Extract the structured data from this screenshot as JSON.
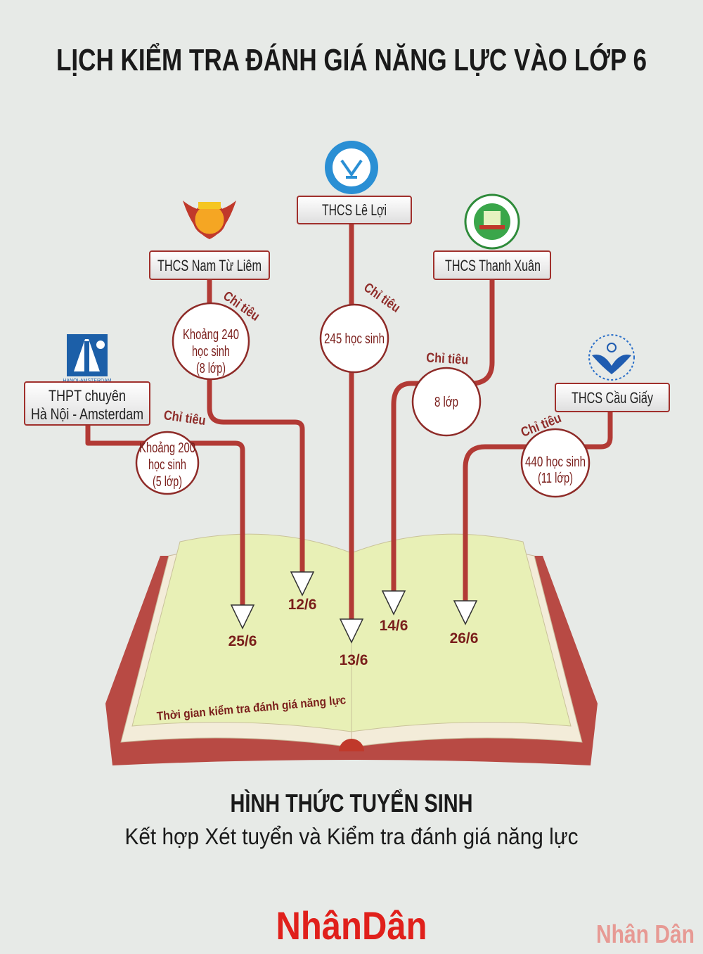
{
  "title": "LỊCH KIỂM TRA ĐÁNH GIÁ NĂNG LỰC VÀO LỚP 6",
  "schools": [
    {
      "name_lines": [
        "THPT chuyên",
        "Hà Nội - Amsterdam"
      ],
      "logo": "hanoi-amsterdam-logo",
      "logo_text": "HANOI-AMSTERDAM",
      "quota_label": "Chỉ tiêu",
      "quota_lines": [
        "Khoảng 200",
        "học sinh",
        "(5 lớp)"
      ],
      "date": "25/6"
    },
    {
      "name_lines": [
        "THCS Nam Từ Liêm"
      ],
      "logo": "nam-tu-liem-logo",
      "quota_label": "Chỉ tiêu",
      "quota_lines": [
        "Khoảng 240",
        "học sinh",
        "(8 lớp)"
      ],
      "date": "12/6"
    },
    {
      "name_lines": [
        "THCS Lê Lợi"
      ],
      "logo": "le-loi-logo",
      "quota_label": "Chỉ tiêu",
      "quota_lines": [
        "245 học sinh"
      ],
      "date": "13/6"
    },
    {
      "name_lines": [
        "THCS Thanh Xuân"
      ],
      "logo": "thanh-xuan-logo",
      "quota_label": "Chỉ tiêu",
      "quota_lines": [
        "8 lớp"
      ],
      "date": "14/6"
    },
    {
      "name_lines": [
        "THCS Cầu Giấy"
      ],
      "logo": "cau-giay-logo",
      "quota_label": "Chỉ tiêu",
      "quota_lines": [
        "440 học sinh",
        "(11 lớp)"
      ],
      "date": "26/6"
    }
  ],
  "book_caption": "Thời gian kiểm tra đánh giá năng lực",
  "admission": {
    "heading": "HÌNH THỨC TUYỂN SINH",
    "text": "Kết hợp Xét tuyển và Kiểm tra đánh giá năng lực"
  },
  "brand": "NhânDân",
  "watermark": "Nhân Dân",
  "colors": {
    "accent": "#b23a35",
    "background": "#e7eae7",
    "page": "#e8f0b6",
    "brand": "#e0201b"
  }
}
